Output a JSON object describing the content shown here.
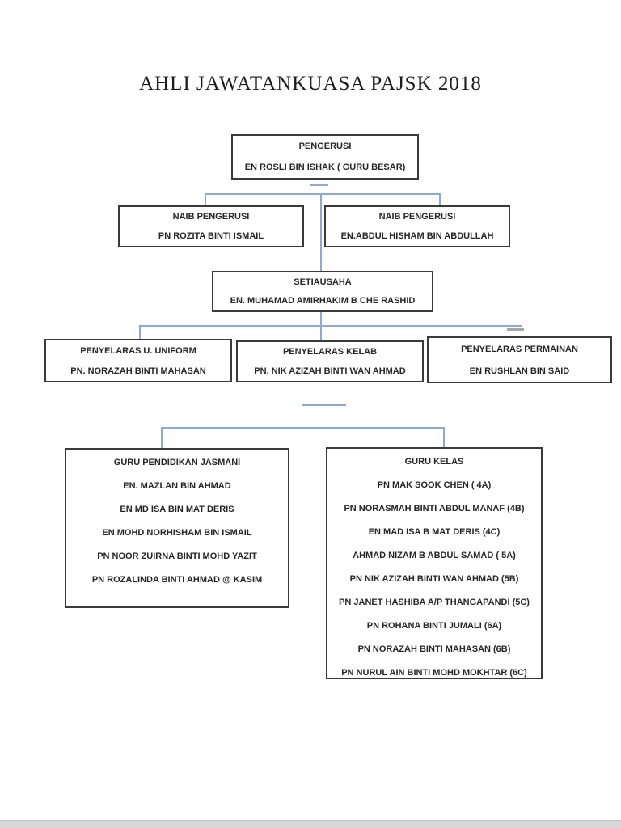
{
  "page": {
    "title": "AHLI JAWATANKUASA PAJSK 2018"
  },
  "org_chart": {
    "boxes": [
      {
        "id": "pengerusi",
        "role": "PENGERUSI",
        "members": [
          "EN ROSLI BIN ISHAK ( GURU BESAR)"
        ]
      },
      {
        "id": "naib-pengerusi-left",
        "role": "NAIB PENGERUSI",
        "members": [
          "PN ROZITA BINTI ISMAIL"
        ]
      },
      {
        "id": "naib-pengerusi-right",
        "role": "NAIB PENGERUSI",
        "members": [
          "EN.ABDUL HISHAM BIN ABDULLAH"
        ]
      },
      {
        "id": "setiausaha",
        "role": "SETIAUSAHA",
        "members": [
          "EN. MUHAMAD AMIRHAKIM B CHE RASHID"
        ]
      },
      {
        "id": "penyelaras-u-uniform",
        "role": "PENYELARAS U. UNIFORM",
        "members": [
          "PN. NORAZAH BINTI MAHASAN"
        ]
      },
      {
        "id": "penyelaras-kelab",
        "role": "PENYELARAS KELAB",
        "members": [
          "PN. NIK AZIZAH BINTI WAN AHMAD"
        ]
      },
      {
        "id": "penyelaras-permainan",
        "role": "PENYELARAS PERMAINAN",
        "members": [
          "EN RUSHLAN BIN SAID"
        ]
      },
      {
        "id": "guru-pendidikan-jasmani",
        "role": "GURU PENDIDIKAN JASMANI",
        "members": [
          "EN. MAZLAN BIN AHMAD",
          "EN MD ISA BIN MAT DERIS",
          "EN MOHD NORHISHAM BIN ISMAIL",
          "PN NOOR ZUIRNA BINTI MOHD YAZIT",
          "PN ROZALINDA BINTI AHMAD @ KASIM"
        ]
      },
      {
        "id": "guru-kelas",
        "role": "GURU KELAS",
        "members": [
          "PN MAK SOOK CHEN ( 4A)",
          "PN NORASMAH BINTI ABDUL MANAF (4B)",
          "EN MAD ISA B MAT DERIS (4C)",
          "AHMAD NIZAM B ABDUL SAMAD ( 5A)",
          "PN NIK AZIZAH BINTI WAN AHMAD (5B)",
          "PN JANET HASHIBA A/P THANGAPANDI (5C)",
          "PN ROHANA BINTI JUMALI (6A)",
          "PN NORAZAH BINTI MAHASAN (6B)",
          "PN NURUL AIN BINTI MOHD MOKHTAR (6C)"
        ]
      }
    ],
    "colors": {
      "connector_blue": "#8ea9d4",
      "connector_gray": "#a6a6a6",
      "box_border": "#3a3a3a",
      "text": "#262626"
    }
  }
}
